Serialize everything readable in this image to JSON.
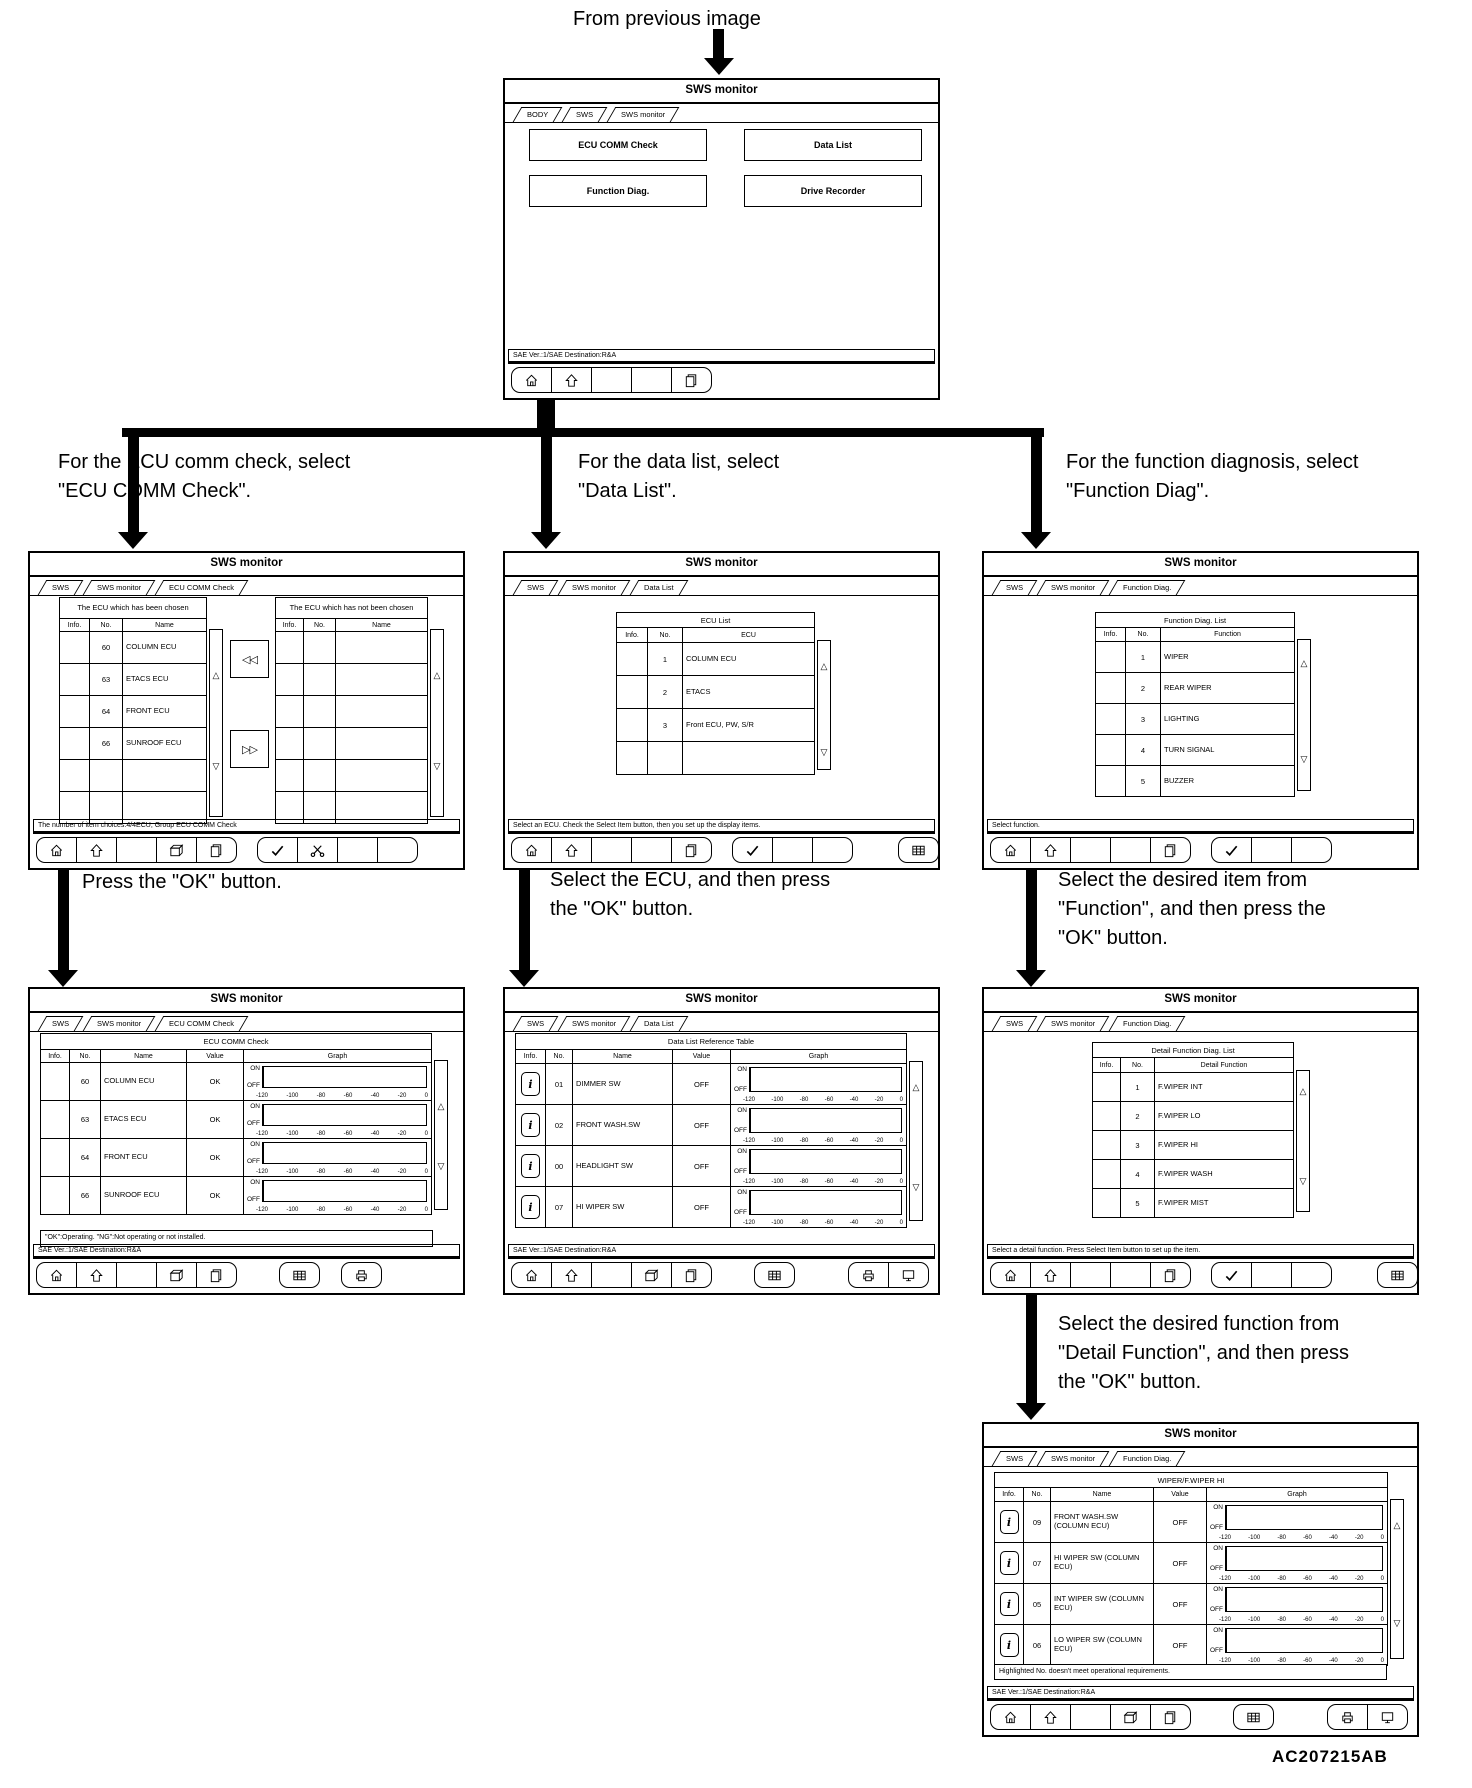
{
  "page": {
    "from_previous": "From previous image",
    "figure_code": "AC207215AB"
  },
  "instructions": {
    "ecu_branch": [
      "For the ECU comm check, select",
      "\"ECU COMM Check\"."
    ],
    "data_branch": [
      "For the data list, select",
      "\"Data List\"."
    ],
    "func_branch": [
      "For the function diagnosis, select",
      "\"Function Diag\"."
    ],
    "ok_press": [
      "Press the \"OK\" button."
    ],
    "ecu_ok": [
      "Select the ECU, and then press",
      "the \"OK\" button."
    ],
    "item_ok": [
      "Select the desired item from",
      "\"Function\", and then press the",
      "\"OK\" button."
    ],
    "detail_ok": [
      "Select the desired function from",
      "\"Detail Function\", and then press",
      "the \"OK\" button."
    ]
  },
  "common": {
    "window_title": "SWS monitor",
    "on": "ON",
    "off": "OFF",
    "ticks": [
      "-120",
      "-100",
      "-80",
      "-60",
      "-40",
      "-20",
      "0"
    ],
    "scroll_up": "△",
    "scroll_down": "▽",
    "move_left": "◁◁",
    "move_right": "▷▷",
    "info_glyph": "i",
    "icons": {
      "home": "home-icon",
      "up": "up-icon",
      "pages": "pages-icon",
      "package": "package-icon",
      "ok": "check-icon",
      "cancel": "scissors-icon",
      "list": "grid-icon",
      "print": "printer-icon",
      "display": "monitor-icon",
      "info": "info-icon"
    }
  },
  "screens": {
    "main": {
      "tabs": [
        "BODY",
        "SWS",
        "SWS monitor"
      ],
      "buttons": [
        "ECU COMM Check",
        "Data List",
        "Function Diag.",
        "Drive Recorder"
      ],
      "status": "SAE Ver.:1/SAE Destination:R&A"
    },
    "ecu_select": {
      "tabs": [
        "SWS",
        "SWS monitor",
        "ECU COMM Check"
      ],
      "left_title": "The ECU which has been chosen",
      "right_title": "The ECU which has not been chosen",
      "cols": {
        "info": "Info.",
        "no": "No.",
        "name": "Name"
      },
      "rows": [
        {
          "no": "60",
          "name": "COLUMN ECU"
        },
        {
          "no": "63",
          "name": "ETACS ECU"
        },
        {
          "no": "64",
          "name": "FRONT ECU"
        },
        {
          "no": "66",
          "name": "SUNROOF ECU"
        },
        {
          "no": "",
          "name": ""
        },
        {
          "no": "",
          "name": ""
        }
      ],
      "status": "The number of item choices:4/4ECU, Group ECU COMM Check"
    },
    "data_select": {
      "tabs": [
        "SWS",
        "SWS monitor",
        "Data List"
      ],
      "table_title": "ECU List",
      "cols": {
        "info": "Info.",
        "no": "No.",
        "ecu": "ECU"
      },
      "rows": [
        {
          "no": "1",
          "ecu": "COLUMN ECU"
        },
        {
          "no": "2",
          "ecu": "ETACS"
        },
        {
          "no": "3",
          "ecu": "Front ECU, PW, S/R"
        },
        {
          "no": "",
          "ecu": ""
        }
      ],
      "status": "Select an ECU. Check the Select Item button, then you set up the display items."
    },
    "func_select": {
      "tabs": [
        "SWS",
        "SWS monitor",
        "Function Diag."
      ],
      "table_title": "Function Diag. List",
      "cols": {
        "info": "Info.",
        "no": "No.",
        "func": "Function"
      },
      "rows": [
        {
          "no": "1",
          "func": "WIPER"
        },
        {
          "no": "2",
          "func": "REAR WIPER"
        },
        {
          "no": "3",
          "func": "LIGHTING"
        },
        {
          "no": "4",
          "func": "TURN SIGNAL"
        },
        {
          "no": "5",
          "func": "BUZZER"
        }
      ],
      "status": "Select function."
    },
    "ecu_result": {
      "tabs": [
        "SWS",
        "SWS monitor",
        "ECU COMM Check"
      ],
      "table_title": "ECU COMM Check",
      "cols": {
        "info": "Info.",
        "no": "No.",
        "name": "Name",
        "value": "Value",
        "graph": "Graph"
      },
      "rows": [
        {
          "no": "60",
          "name": "COLUMN ECU",
          "value": "OK"
        },
        {
          "no": "63",
          "name": "ETACS ECU",
          "value": "OK"
        },
        {
          "no": "64",
          "name": "FRONT ECU",
          "value": "OK"
        },
        {
          "no": "66",
          "name": "SUNROOF ECU",
          "value": "OK"
        }
      ],
      "note": "\"OK\":Operating. \"NG\":Not operating or not installed.",
      "status": "SAE Ver.:1/SAE Destination:R&A"
    },
    "data_ref": {
      "tabs": [
        "SWS",
        "SWS monitor",
        "Data List"
      ],
      "table_title": "Data List Reference Table",
      "cols": {
        "info": "Info.",
        "no": "No.",
        "name": "Name",
        "value": "Value",
        "graph": "Graph"
      },
      "rows": [
        {
          "no": "01",
          "name": "DIMMER SW",
          "value": "OFF"
        },
        {
          "no": "02",
          "name": "FRONT WASH.SW",
          "value": "OFF"
        },
        {
          "no": "00",
          "name": "HEADLIGHT SW",
          "value": "OFF"
        },
        {
          "no": "07",
          "name": "HI WIPER SW",
          "value": "OFF"
        }
      ],
      "status": "SAE Ver.:1/SAE Destination:R&A"
    },
    "detail_select": {
      "tabs": [
        "SWS",
        "SWS monitor",
        "Function Diag."
      ],
      "table_title": "Detail Function Diag. List",
      "cols": {
        "info": "Info.",
        "no": "No.",
        "func": "Detail Function"
      },
      "rows": [
        {
          "no": "1",
          "func": "F.WIPER INT"
        },
        {
          "no": "2",
          "func": "F.WIPER LO"
        },
        {
          "no": "3",
          "func": "F.WIPER HI"
        },
        {
          "no": "4",
          "func": "F.WIPER WASH"
        },
        {
          "no": "5",
          "func": "F.WIPER MIST"
        }
      ],
      "status": "Select a detail function. Press Select Item button to set up the item."
    },
    "wiper_monitor": {
      "tabs": [
        "SWS",
        "SWS monitor",
        "Function Diag."
      ],
      "table_title": "WIPER/F.WIPER HI",
      "cols": {
        "info": "Info.",
        "no": "No.",
        "name": "Name",
        "value": "Value",
        "graph": "Graph"
      },
      "rows": [
        {
          "no": "09",
          "name": "FRONT WASH.SW (COLUMN ECU)",
          "value": "OFF"
        },
        {
          "no": "07",
          "name": "HI WIPER SW (COLUMN ECU)",
          "value": "OFF"
        },
        {
          "no": "05",
          "name": "INT WIPER SW (COLUMN ECU)",
          "value": "OFF"
        },
        {
          "no": "06",
          "name": "LO WIPER SW (COLUMN ECU)",
          "value": "OFF"
        }
      ],
      "note": "Highlighted No. doesn't meet operational requirements.",
      "status": "SAE Ver.:1/SAE Destination:R&A"
    }
  }
}
